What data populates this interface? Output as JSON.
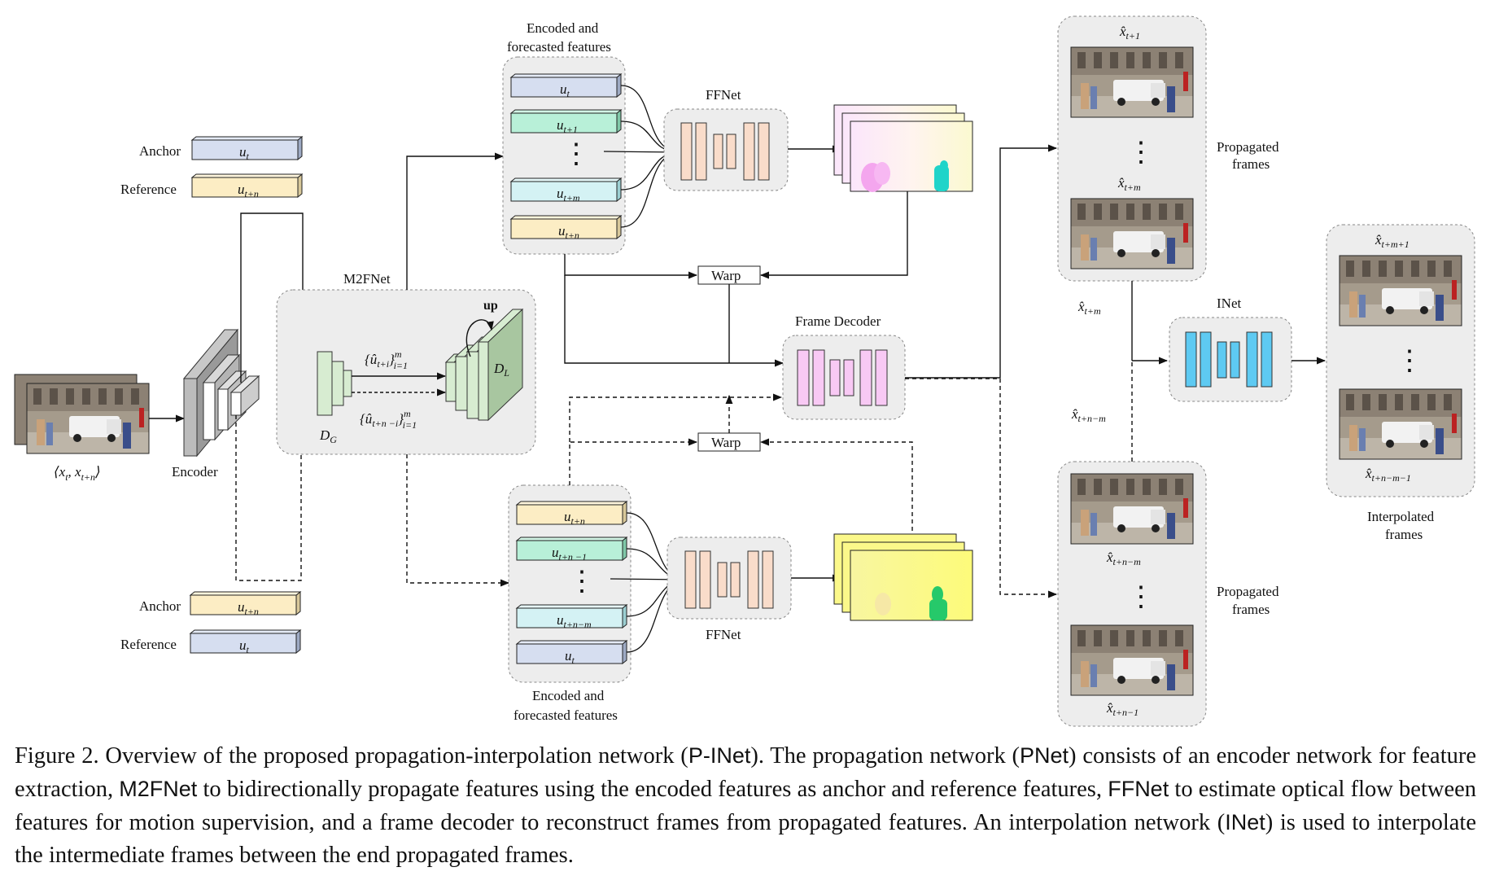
{
  "labels": {
    "anchor_top": "Anchor",
    "reference_top": "Reference",
    "anchor_bottom": "Anchor",
    "reference_bottom": "Reference",
    "encoder": "Encoder",
    "m2fnet": "M2FNet",
    "up": "up",
    "dg": "D",
    "dg_sub": "G",
    "dl": "D",
    "dl_sub": "L",
    "enc_fc_top_1": "Encoded and",
    "enc_fc_top_2": "forecasted features",
    "enc_fc_bottom_1": "Encoded and",
    "enc_fc_bottom_2": "forecasted features",
    "ffnet_top": "FFNet",
    "ffnet_bottom": "FFNet",
    "warp_top": "Warp",
    "warp_bottom": "Warp",
    "frame_decoder": "Frame Decoder",
    "propagated_top_1": "Propagated",
    "propagated_top_2": "frames",
    "propagated_bottom_1": "Propagated",
    "propagated_bottom_2": "frames",
    "inet": "INet",
    "interpolated_1": "Interpolated",
    "interpolated_2": "frames",
    "input_pair": "⟨x",
    "input_pair_mid": ", x",
    "input_pair_end": "⟩",
    "input_sub_1": "t",
    "input_sub_2": "t+n"
  },
  "symbols": {
    "u": "u",
    "xhat": "x̂",
    "uhat_fwd": "{û",
    "uhat_fwd_sub": "t+i",
    "uhat_fwd_close": "}",
    "uhat_fwd_sup": "m",
    "uhat_fwd_lower": "i=1",
    "uhat_bwd": "{û",
    "uhat_bwd_sub": "t+n −i",
    "uhat_bwd_close": "}",
    "uhat_bwd_sup": "m",
    "uhat_bwd_lower": "i=1",
    "dots": "⋮"
  },
  "top_features": [
    "t",
    "t+1",
    "t+m",
    "t+n"
  ],
  "bottom_features": [
    "t+n",
    "t+n −1",
    "t+n−m",
    "t"
  ],
  "anchor_top_sub": "t",
  "reference_top_sub": "t+n",
  "anchor_bottom_sub": "t+n",
  "reference_bottom_sub": "t",
  "frame_subs": {
    "prop_top_1": "t+1",
    "prop_top_2": "t+m",
    "prop_bottom_1": "t+n−m",
    "prop_bottom_2": "t+n−1",
    "mid_1": "t+m",
    "mid_2": "t+n−m",
    "interp_1": "t+m+1",
    "interp_2": "t+n−m−1"
  },
  "colors": {
    "blue_feature": "#d6def0",
    "yellow_feature": "#fcedc4",
    "green_feature": "#b8f0d8",
    "cyan_feature": "#d4f2f4",
    "green_block": "#d7ecd1",
    "peach_block": "#f9dcca",
    "pink_block": "#f8c9f4",
    "blue_block": "#5ecaf2"
  },
  "caption": {
    "p1": "Figure 2. Overview of the proposed propagation-interpolation network (",
    "k1": "P-INet",
    "p2": "). The propagation network (",
    "k2": "PNet",
    "p3": ") consists of an encoder network for feature extraction, ",
    "k3": "M2FNet",
    "p4": " to bidirectionally propagate features using the encoded features as anchor and reference features, ",
    "k4": "FFNet",
    "p5": " to estimate optical flow between features for motion supervision, and a frame decoder to reconstruct frames from propagated features. An interpolation network (",
    "k5": "INet",
    "p6": ") is used to interpolate the intermediate frames between the end propagated frames."
  }
}
